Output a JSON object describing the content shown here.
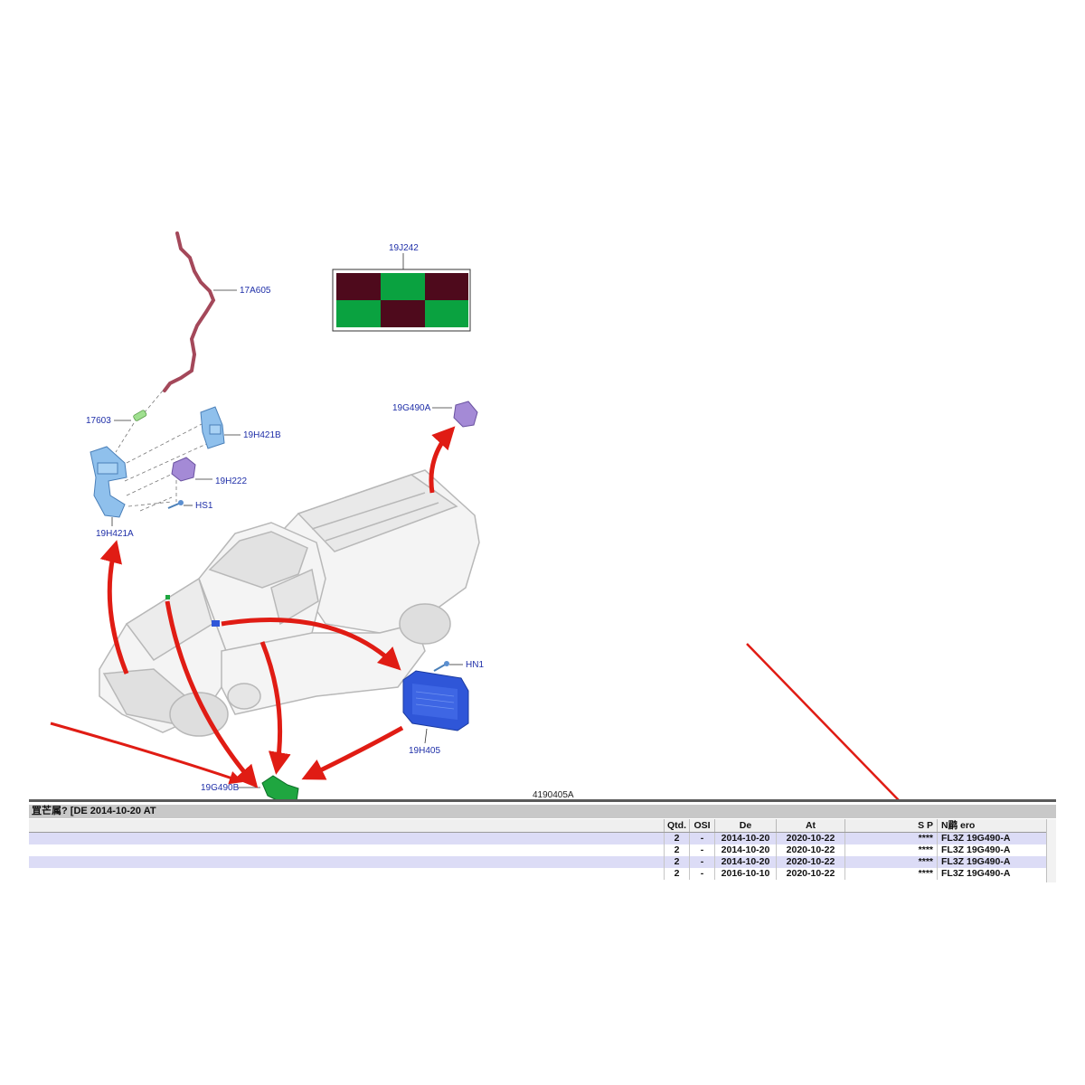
{
  "diagram": {
    "callouts": {
      "c17A605": "17A605",
      "c17603": "17603",
      "c19H421B": "19H421B",
      "c19H222": "19H222",
      "cHS1": "HS1",
      "c19H421A": "19H421A",
      "c19J242": "19J242",
      "c19G490A": "19G490A",
      "cHN1": "HN1",
      "c19H405": "19H405",
      "c19G490B": "19G490B"
    },
    "figure_ref": "4190405A",
    "colors": {
      "callout": "#1f2fa8",
      "arrow": "#e01c14",
      "swatch_maroon": "#4e0a1c",
      "swatch_green": "#0aa240",
      "module_blue": "#2f56d8",
      "sensor_green": "#1fa640",
      "bracket_blue": "#8fc0ec",
      "sensor_purple": "#a48ad6",
      "harness": "#a4485a"
    }
  },
  "table": {
    "title": "罝芒属? [DE 2014-10-20 AT",
    "columns": {
      "qtd": "Qtd.",
      "osi": "OSI",
      "de": "De",
      "at": "At",
      "sp": "S P",
      "numero": "N鹛 ero"
    },
    "rows": [
      {
        "qtd": "2",
        "osi": "-",
        "de": "2014-10-20",
        "at": "2020-10-22",
        "sp": "****",
        "numero": "FL3Z 19G490-A"
      },
      {
        "qtd": "2",
        "osi": "-",
        "de": "2014-10-20",
        "at": "2020-10-22",
        "sp": "****",
        "numero": "FL3Z 19G490-A"
      },
      {
        "qtd": "2",
        "osi": "-",
        "de": "2014-10-20",
        "at": "2020-10-22",
        "sp": "****",
        "numero": "FL3Z 19G490-A"
      },
      {
        "qtd": "2",
        "osi": "-",
        "de": "2016-10-10",
        "at": "2020-10-22",
        "sp": "****",
        "numero": "FL3Z 19G490-A"
      }
    ]
  }
}
